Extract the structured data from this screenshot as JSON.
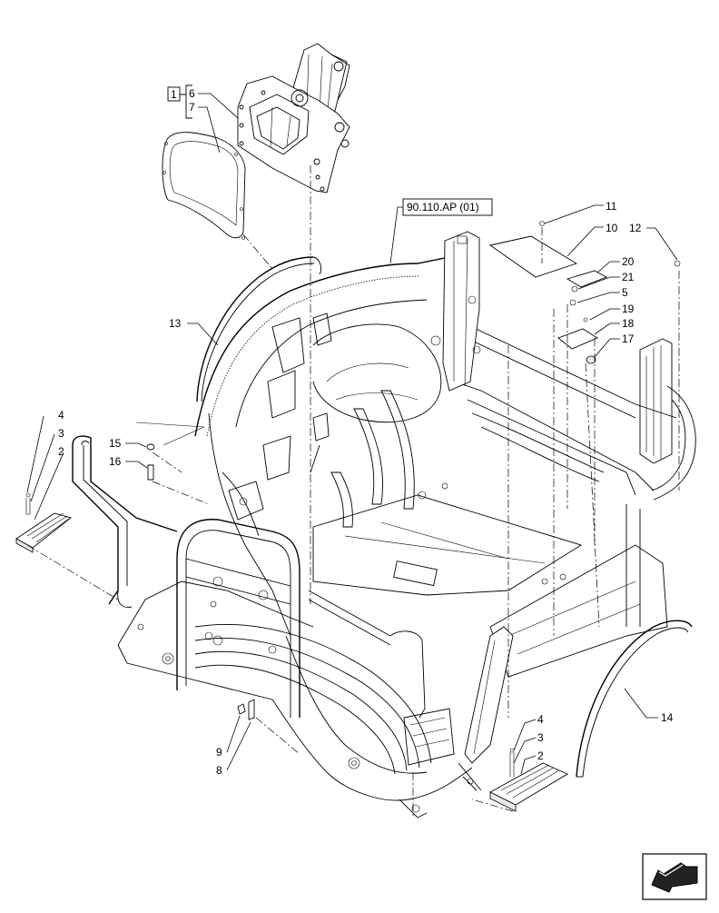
{
  "diagram": {
    "reference_box": "90.110.AP (01)",
    "kit_box": "1",
    "callouts": [
      {
        "id": "c6",
        "label": "6"
      },
      {
        "id": "c7",
        "label": "7"
      },
      {
        "id": "c11",
        "label": "11"
      },
      {
        "id": "c10",
        "label": "10"
      },
      {
        "id": "c12",
        "label": "12"
      },
      {
        "id": "c20",
        "label": "20"
      },
      {
        "id": "c21",
        "label": "21"
      },
      {
        "id": "c5",
        "label": "5"
      },
      {
        "id": "c19",
        "label": "19"
      },
      {
        "id": "c18",
        "label": "18"
      },
      {
        "id": "c17",
        "label": "17"
      },
      {
        "id": "c13",
        "label": "13"
      },
      {
        "id": "c4l",
        "label": "4"
      },
      {
        "id": "c3l",
        "label": "3"
      },
      {
        "id": "c2l",
        "label": "2"
      },
      {
        "id": "c15",
        "label": "15"
      },
      {
        "id": "c16",
        "label": "16"
      },
      {
        "id": "c9",
        "label": "9"
      },
      {
        "id": "c8",
        "label": "8"
      },
      {
        "id": "c14",
        "label": "14"
      },
      {
        "id": "c4r",
        "label": "4"
      },
      {
        "id": "c3r",
        "label": "3"
      },
      {
        "id": "c2r",
        "label": "2"
      }
    ],
    "nav_icon": "arrow-direction-icon"
  }
}
